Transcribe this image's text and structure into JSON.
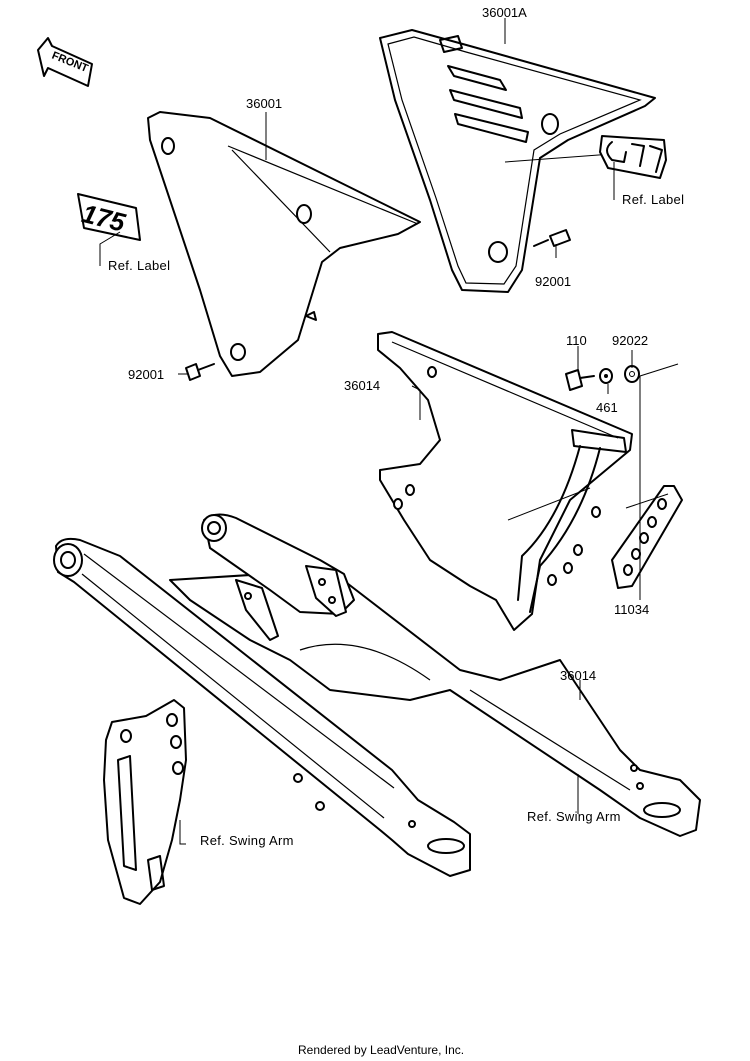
{
  "front_arrow": {
    "text": "FRONT"
  },
  "parts": {
    "p36001A": "36001A",
    "p36001": "36001",
    "p92001_right": "92001",
    "p92001_left": "92001",
    "p36014_upper": "36014",
    "p36014_lower": "36014",
    "p110": "110",
    "p92022": "92022",
    "p461": "461",
    "p11034": "11034"
  },
  "refs": {
    "label_left": "Ref. Label",
    "label_right": "Ref. Label",
    "swing_arm_left": "Ref. Swing Arm",
    "swing_arm_right": "Ref. Swing Arm"
  },
  "decal": {
    "text": "175"
  },
  "credit": "Rendered by LeadVenture, Inc."
}
